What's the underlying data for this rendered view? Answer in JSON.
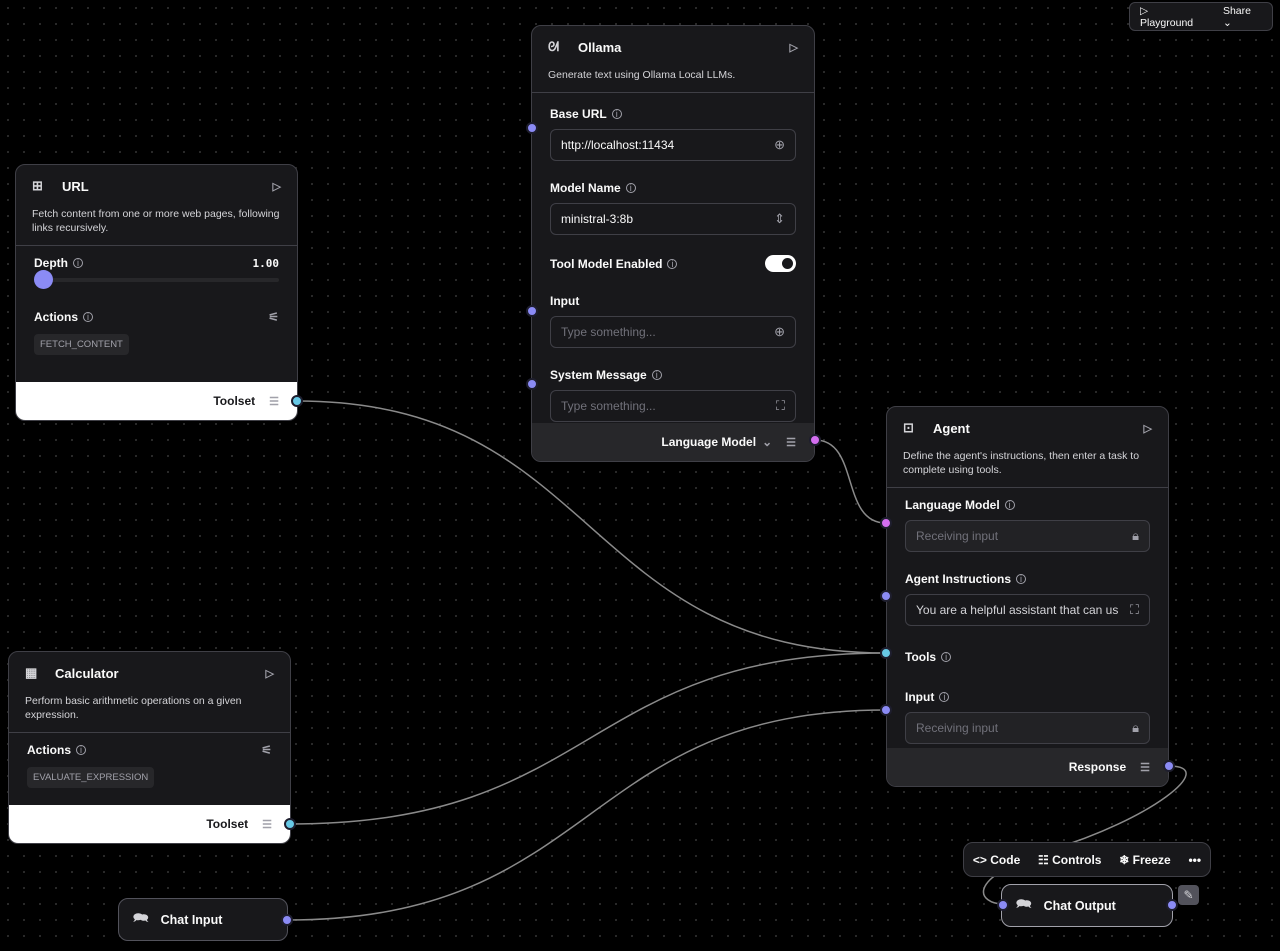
{
  "topbar": {
    "playground": "Playground",
    "share": "Share"
  },
  "url_node": {
    "title": "URL",
    "description": "Fetch content from one or more web pages, following links recursively.",
    "depth_label": "Depth",
    "depth_value": "1.00",
    "depth_fraction": 0,
    "actions_label": "Actions",
    "action_badge": "FETCH_CONTENT",
    "output": "Toolset"
  },
  "calculator": {
    "title": "Calculator",
    "description": "Perform basic arithmetic operations on a given expression.",
    "actions_label": "Actions",
    "action_badge": "EVALUATE_EXPRESSION",
    "output": "Toolset"
  },
  "ollama": {
    "title": "Ollama",
    "description": "Generate text using Ollama Local LLMs.",
    "base_url_label": "Base URL",
    "base_url": "http://localhost:11434",
    "model_label": "Model Name",
    "model": "ministral-3:8b",
    "tool_label": "Tool Model Enabled",
    "tool_enabled": true,
    "input_label": "Input",
    "input_placeholder": "Type something...",
    "system_label": "System Message",
    "system_placeholder": "Type something...",
    "output": "Language Model"
  },
  "agent": {
    "title": "Agent",
    "description": "Define the agent's instructions, then enter a task to complete using tools.",
    "lm_label": "Language Model",
    "lm_placeholder": "Receiving input",
    "instr_label": "Agent Instructions",
    "instr_value": "You are a helpful assistant that can us",
    "tools_label": "Tools",
    "input_label": "Input",
    "input_placeholder": "Receiving input",
    "output": "Response"
  },
  "chat_input": {
    "title": "Chat Input"
  },
  "chat_output": {
    "title": "Chat Output"
  },
  "toolbar": {
    "code": "Code",
    "controls": "Controls",
    "freeze": "Freeze",
    "more": "•••"
  },
  "colors": {
    "handle": "#8b8bf5",
    "tool_handle": "#67c9e6",
    "model_handle": "#d46ef0"
  }
}
